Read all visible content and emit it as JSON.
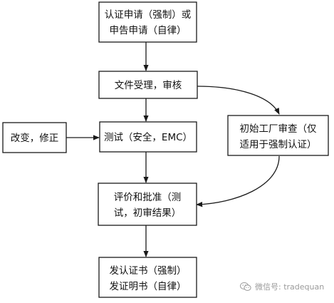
{
  "diagram": {
    "nodes": {
      "apply": {
        "lines": [
          "认证申请（强制）或",
          "申告申请（自律）"
        ]
      },
      "accept": {
        "lines": [
          "文件受理，审核"
        ]
      },
      "test": {
        "lines": [
          "测试（安全，EMC）"
        ]
      },
      "modify": {
        "lines": [
          "改变，修正"
        ]
      },
      "factory": {
        "lines": [
          "初始工厂审查（仅",
          "适用于强制认证）"
        ]
      },
      "evaluate": {
        "lines": [
          "评价和批准（测",
          "试，初审结果）"
        ]
      },
      "issue": {
        "lines": [
          "发认证书（强制）",
          "发证明书（自律）"
        ]
      }
    },
    "edges": [
      {
        "from": "apply",
        "to": "accept"
      },
      {
        "from": "accept",
        "to": "test"
      },
      {
        "from": "accept",
        "to": "factory"
      },
      {
        "from": "modify",
        "to": "test"
      },
      {
        "from": "test",
        "to": "evaluate"
      },
      {
        "from": "factory",
        "to": "evaluate"
      },
      {
        "from": "evaluate",
        "to": "issue"
      }
    ]
  },
  "watermark": {
    "logo_icon": "wechat-icon",
    "text": "微信号: tradequan"
  }
}
